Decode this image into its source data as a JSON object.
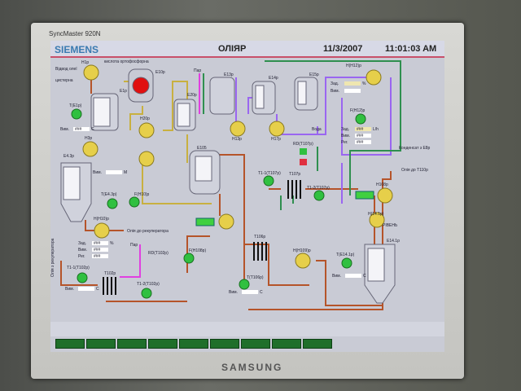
{
  "monitor": {
    "model": "SyncMaster 920N",
    "brand": "SAMSUNG"
  },
  "header": {
    "logo": "SIEMENS",
    "title": "ОЛІЯР",
    "date": "11/3/2007",
    "time": "11:01:03 AM"
  },
  "labels": {
    "water_in": "Відвод олеї",
    "cistern": "цистерна",
    "tank_e1": "Е1р",
    "tank_e10": "Е10р",
    "e10_caption": "кислота ортофосфорна",
    "tank_e20": "Е20р",
    "tank_e13": "Е13р",
    "tank_e14": "Е14р",
    "tank_e15": "Е15р",
    "tank_e105": "Е105",
    "tank_e43": "Е4.3р",
    "tank_e141": "Е14.1р",
    "pump_h1": "Н1р",
    "pump_h20": "Н20р",
    "pump_h3": "Н3р",
    "pump_h10": "Н(Н10)р",
    "pump_h12": "Н(Н12)р",
    "pump_h108": "Н108р",
    "pump_h109": "Н(Н109)р",
    "pump_h141": "Н(14.1р)",
    "pump_h13": "Н13р",
    "pump_h17": "Н17р",
    "t_e1": "Т(Е1р)",
    "t_e43": "Т(Е4.3р)",
    "t_t102_1": "Т1-1(Т102р)",
    "t_t102_2": "Т1-2(Т102р)",
    "t_t106": "Т(Т106р)",
    "t_t107_1": "Т1-1(Т107р)",
    "t_t107_2": "Т1-2(Т107р)",
    "t_e141": "Т(Е14.1р)",
    "r_1": "F(Н10)р",
    "r_2": "F(Н108р)",
    "r_3": "F(Н12)р",
    "hx_t102": "Т102р",
    "hx_t106": "Т106р",
    "hx_t107": "Т107р",
    "oil_recirc": "Олія до рекуператора",
    "oil_from_recup": "Олія з рекуператора",
    "oil_to_t110": "Олія до Т110р",
    "condensate": "Конденсат з Е8р",
    "steam": "Пар",
    "water": "Вода",
    "valve_rd": "RD(Т102р)",
    "valve_rd107": "RD(Т107р)",
    "set": "Зад.",
    "meas": "Вим.",
    "reg": "Рег.",
    "field": "###",
    "unit_pct": "%",
    "unit_c": "С",
    "unit_m": "М",
    "unit_flow": "L/h",
    "level_caption": "РІВЕНЬ"
  },
  "colors": {
    "oil": "#b5542a",
    "yellow": "#c8b040",
    "purple": "#9a66f0",
    "green": "#2f8f4f",
    "magenta": "#e040e0"
  },
  "bottom_buttons": 9
}
